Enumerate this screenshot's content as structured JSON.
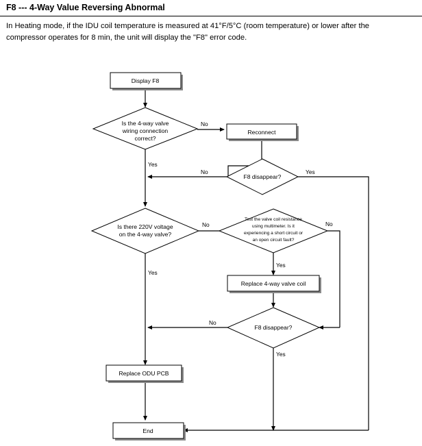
{
  "document": {
    "heading": "F8 --- 4-Way Value Reversing Abnormal",
    "description": "In Heating mode, if the IDU coil temperature is measured at 41°F/5°C (room temperature) or lower after the compressor operates for 8 min, the unit will display the \"F8\" error code."
  },
  "chart_data": {
    "type": "diagram",
    "title": "F8 --- 4-Way Value Reversing Abnormal",
    "nodes": [
      {
        "id": "start",
        "shape": "process",
        "label": "Display F8"
      },
      {
        "id": "wiring",
        "shape": "decision",
        "label": "Is the 4-way valve wiring connection correct?",
        "lines": [
          "Is the 4-way valve",
          "wiring connection",
          "correct?"
        ]
      },
      {
        "id": "reconnect",
        "shape": "process",
        "label": "Reconnect"
      },
      {
        "id": "disappear1",
        "shape": "decision",
        "label": "F8 disappear?",
        "lines": [
          "F8 disappear?"
        ]
      },
      {
        "id": "voltage",
        "shape": "decision",
        "label": "Is there 220V voltage on the 4-way valve?",
        "lines": [
          "Is there 220V voltage",
          "on the 4-way valve?"
        ]
      },
      {
        "id": "coiltest",
        "shape": "decision",
        "label": "Test the valve coil resistance using multimeter. Is it experiencing a short circuit or an open circuit fault?",
        "lines": [
          "Test the valve coil resistance",
          "using multimeter. Is it",
          "experiencing a short circuit or",
          "an open circuit fault?"
        ]
      },
      {
        "id": "replacecoil",
        "shape": "process",
        "label": "Replace 4-way valve coil"
      },
      {
        "id": "disappear2",
        "shape": "decision",
        "label": "F8 disappear?",
        "lines": [
          "F8 disappear?"
        ]
      },
      {
        "id": "replacepcb",
        "shape": "process",
        "label": "Replace ODU PCB"
      },
      {
        "id": "end",
        "shape": "process",
        "label": "End"
      }
    ],
    "edges": [
      {
        "from": "start",
        "to": "wiring",
        "label": ""
      },
      {
        "from": "wiring",
        "to": "reconnect",
        "label": "No"
      },
      {
        "from": "wiring",
        "to": "voltage",
        "label": "Yes"
      },
      {
        "from": "reconnect",
        "to": "disappear1",
        "label": ""
      },
      {
        "from": "disappear1",
        "to": "voltage",
        "label": "No"
      },
      {
        "from": "disappear1",
        "to": "end",
        "label": "Yes"
      },
      {
        "from": "voltage",
        "to": "coiltest",
        "label": "No"
      },
      {
        "from": "voltage",
        "to": "replacepcb",
        "label": "Yes"
      },
      {
        "from": "coiltest",
        "to": "replacecoil",
        "label": "Yes"
      },
      {
        "from": "coiltest",
        "to": "disappear2",
        "label": "No"
      },
      {
        "from": "replacecoil",
        "to": "disappear2",
        "label": ""
      },
      {
        "from": "disappear2",
        "to": "replacepcb",
        "label": "No"
      },
      {
        "from": "disappear2",
        "to": "end",
        "label": "Yes"
      },
      {
        "from": "replacepcb",
        "to": "end",
        "label": ""
      }
    ],
    "edge_labels": {
      "wiring_no": "No",
      "wiring_yes": "Yes",
      "disappear1_no": "No",
      "disappear1_yes": "Yes",
      "voltage_no": "No",
      "voltage_yes": "Yes",
      "coiltest_no": "No",
      "coiltest_yes": "Yes",
      "disappear2_no": "No",
      "disappear2_yes": "Yes"
    },
    "colors": {
      "stroke": "#000000",
      "fill": "#ffffff",
      "shadow": "#8a8a8a",
      "text": "#000000"
    }
  }
}
